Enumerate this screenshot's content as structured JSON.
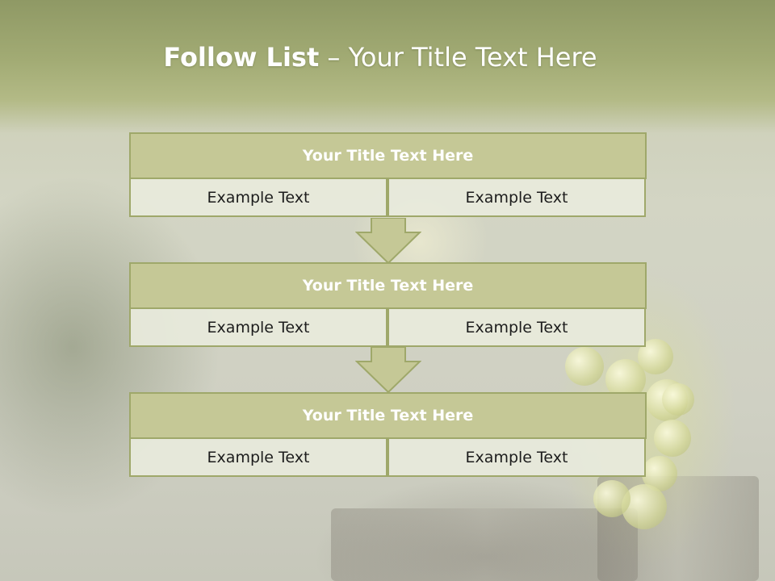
{
  "slide": {
    "title_bold": "Follow List",
    "title_rest": "– Your Title Text Here"
  },
  "steps": [
    {
      "title": "Your Title Text Here",
      "left": "Example Text",
      "right": "Example Text"
    },
    {
      "title": "Your Title Text Here",
      "left": "Example Text",
      "right": "Example Text"
    },
    {
      "title": "Your Title Text Here",
      "left": "Example Text",
      "right": "Example Text"
    }
  ],
  "colors": {
    "header_band": "#a2ab74",
    "box_fill": "#c5c896",
    "box_border": "#9fa86a",
    "cell_fill": "#e8eadc",
    "arrow_fill": "#c5c896"
  },
  "icons": {
    "connector": "down-arrow-icon"
  }
}
